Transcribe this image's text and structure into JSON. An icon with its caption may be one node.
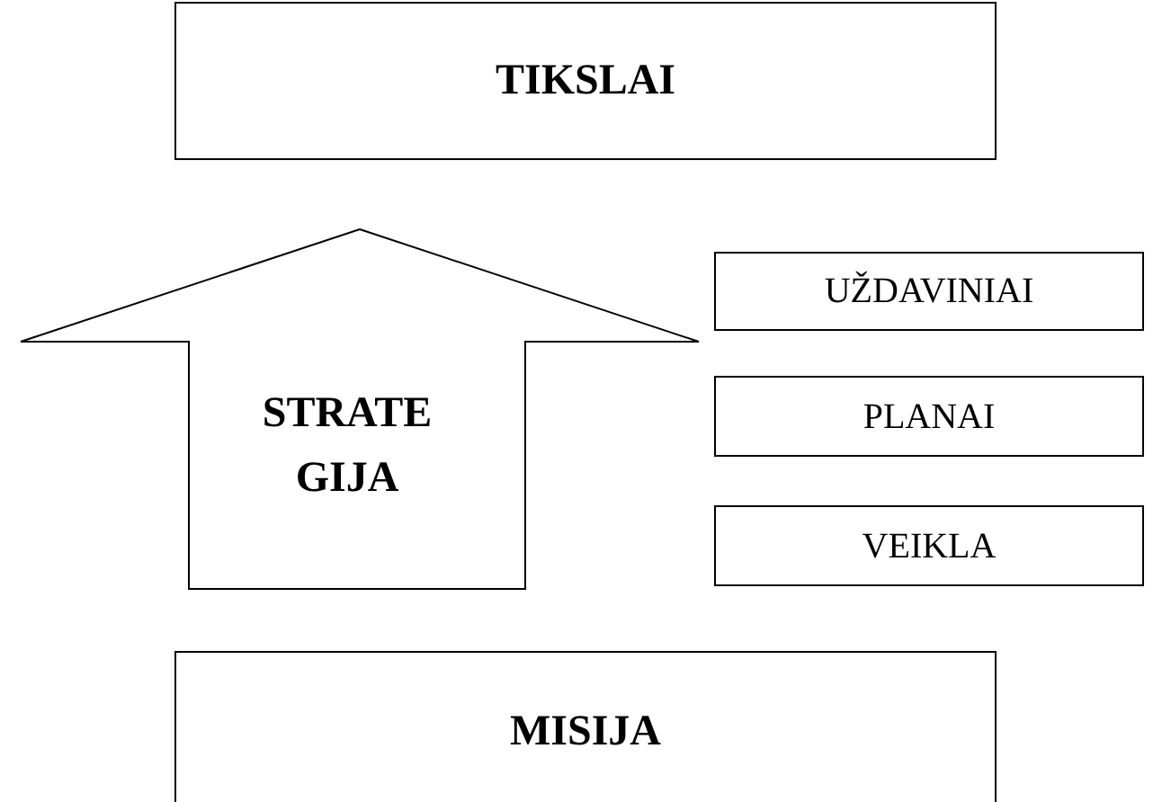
{
  "diagram": {
    "nodes": [
      {
        "text": [
          "TIKSLAI"
        ]
      },
      {
        "text": [
          "STRATE GIJA"
        ]
      },
      {
        "text": [
          "UŽDAVINIAI"
        ]
      },
      {
        "text": [
          "PLANAI"
        ]
      },
      {
        "text": [
          "VEIKLA"
        ]
      },
      {
        "text": [
          "MISIJA"
        ]
      }
    ]
  }
}
